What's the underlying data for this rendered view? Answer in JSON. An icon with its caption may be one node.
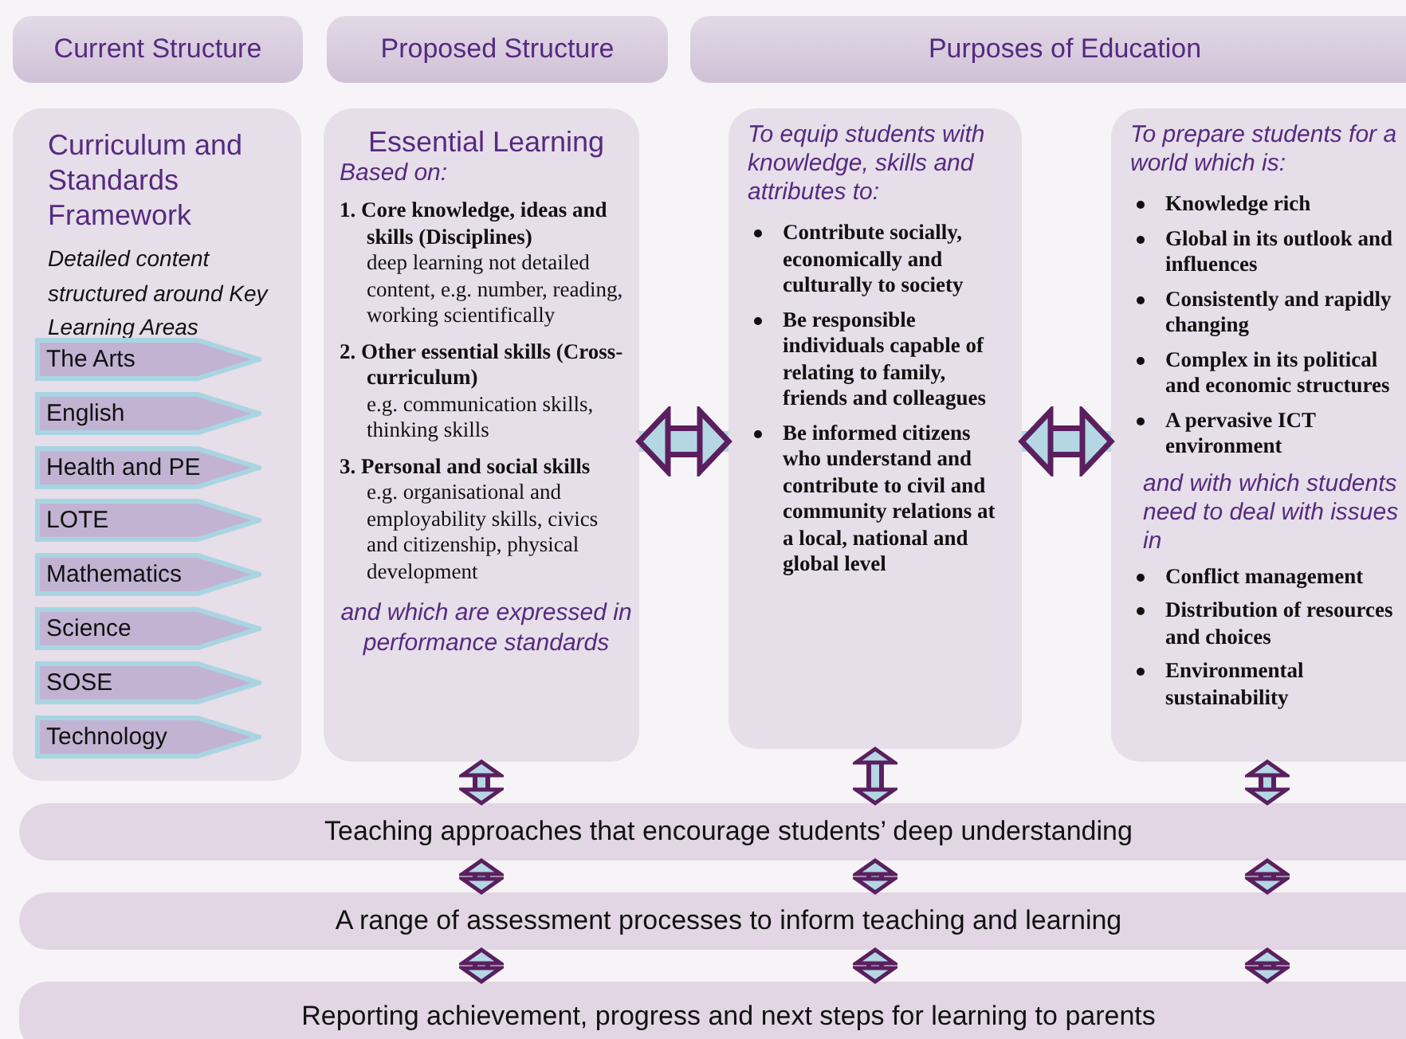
{
  "diagram": {
    "nodes": [
      {
        "text": [
          "Current Structure"
        ]
      },
      {
        "text": [
          "Proposed Structure"
        ]
      },
      {
        "text": [
          "Purposes of Education"
        ]
      },
      {
        "text": [
          "Curriculum and Standards Framework",
          "Detailed content structured around Key Learning Areas"
        ]
      },
      {
        "text": [
          "The Arts"
        ],
        "in": 3
      },
      {
        "text": [
          "English"
        ],
        "in": 3
      },
      {
        "text": [
          "Health and PE"
        ],
        "in": 3
      },
      {
        "text": [
          "LOTE"
        ],
        "in": 3
      },
      {
        "text": [
          "Mathematics"
        ],
        "in": 3
      },
      {
        "text": [
          "Science"
        ],
        "in": 3
      },
      {
        "text": [
          "SOSE"
        ],
        "in": 3
      },
      {
        "text": [
          "Technology"
        ],
        "in": 3
      },
      {
        "text": [
          "Essential Learning",
          "Based on:",
          "1. Core knowledge, ideas and skills (Disciplines)",
          "deep learning not detailed content, e.g. number, reading, working scientifically",
          "2. Other essential skills (Cross-curriculum)",
          "e.g. communication skills, thinking skills",
          "3. Personal and social skills",
          "e.g. organisational and employability skills, civics and citizenship, physical development",
          "and which are expressed in performance standards"
        ]
      },
      {
        "text": [
          "To equip students with knowledge, skills and attributes to:",
          "Contribute socially, economically and culturally to society",
          "Be responsible individuals capable of relating to family, friends and colleagues",
          "Be informed citizens who understand and contribute to civil and community relations at a local, national and global level"
        ]
      },
      {
        "text": [
          "To prepare students for a world which is:",
          "Knowledge rich",
          "Global in its outlook and influences",
          "Consistently and rapidly changing",
          "Complex in its political and economic structures",
          "A pervasive ICT environment",
          "and with which students need to deal with issues in",
          "Conflict management",
          "Distribution of resources and choices",
          "Environmental sustainability"
        ]
      },
      {
        "text": [
          "Teaching approaches that encourage students’ deep understanding"
        ]
      },
      {
        "text": [
          "A range of assessment processes to inform teaching and learning"
        ]
      },
      {
        "text": [
          "Reporting achievement, progress and next steps for learning to parents"
        ]
      }
    ],
    "edges": [
      {
        "from": 12,
        "to": 13,
        "arrow": "both",
        "style": "thick"
      },
      {
        "from": 13,
        "to": 14,
        "arrow": "both",
        "style": "thick"
      },
      {
        "from": 12,
        "to": 15,
        "arrow": "both"
      },
      {
        "from": 13,
        "to": 15,
        "arrow": "both"
      },
      {
        "from": 14,
        "to": 15,
        "arrow": "both"
      },
      {
        "from": 15,
        "to": 16,
        "arrow": "both"
      },
      {
        "from": 15,
        "to": 16,
        "arrow": "both"
      },
      {
        "from": 15,
        "to": 16,
        "arrow": "both"
      },
      {
        "from": 16,
        "to": 17,
        "arrow": "both"
      },
      {
        "from": 16,
        "to": 17,
        "arrow": "both"
      },
      {
        "from": 16,
        "to": 17,
        "arrow": "both"
      }
    ]
  }
}
